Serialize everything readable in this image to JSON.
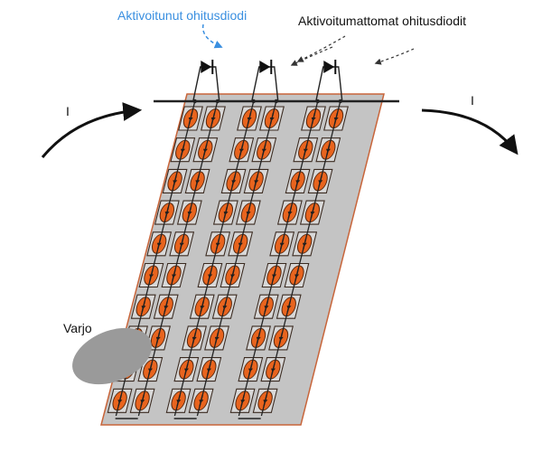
{
  "labels": {
    "active_diode": "Aktivoitunut ohitusdiodi",
    "inactive_diodes": "Aktivoitumattomat ohitusdiodit",
    "current_in": "I",
    "current_out": "I",
    "shadow": "Varjo"
  },
  "module": {
    "strings": 3,
    "columns_per_string": 2,
    "cells_per_column": 10,
    "bypass_diodes": 3,
    "active_bypass_diode_index": 0
  },
  "colors": {
    "panel_fill": "#c4c4c4",
    "panel_border": "#c8653a",
    "cell_fill": "#e8641e",
    "cell_border": "#3a2a20",
    "wire": "#222222",
    "shadow": "#9a9a9a",
    "active_label": "#3a8fe0",
    "text": "#111111"
  },
  "icons": {
    "cell": "solar-cell-icon",
    "diode": "bypass-diode-icon",
    "arrow": "current-arrow-icon"
  }
}
